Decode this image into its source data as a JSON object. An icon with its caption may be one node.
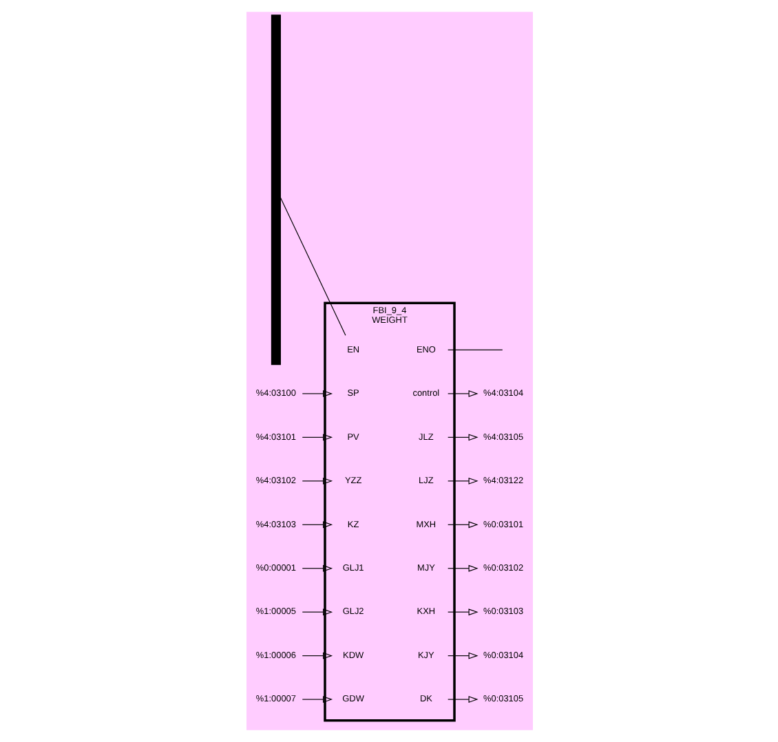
{
  "diagram": {
    "nodes": [
      {
        "text": [],
        "shape": "bar"
      },
      {
        "text": [
          "FBI_9_4",
          "WEIGHT"
        ]
      },
      {
        "text": [
          "EN"
        ],
        "in": 1
      },
      {
        "text": [
          "SP"
        ],
        "in": 1
      },
      {
        "text": [
          "PV"
        ],
        "in": 1
      },
      {
        "text": [
          "YZZ"
        ],
        "in": 1
      },
      {
        "text": [
          "KZ"
        ],
        "in": 1
      },
      {
        "text": [
          "GLJ1"
        ],
        "in": 1
      },
      {
        "text": [
          "GLJ2"
        ],
        "in": 1
      },
      {
        "text": [
          "KDW"
        ],
        "in": 1
      },
      {
        "text": [
          "GDW"
        ],
        "in": 1
      },
      {
        "text": [
          "ENO"
        ],
        "in": 1
      },
      {
        "text": [
          "control"
        ],
        "in": 1
      },
      {
        "text": [
          "JLZ"
        ],
        "in": 1
      },
      {
        "text": [
          "LJZ"
        ],
        "in": 1
      },
      {
        "text": [
          "MXH"
        ],
        "in": 1
      },
      {
        "text": [
          "MJY"
        ],
        "in": 1
      },
      {
        "text": [
          "KXH"
        ],
        "in": 1
      },
      {
        "text": [
          "KJY"
        ],
        "in": 1
      },
      {
        "text": [
          "DK"
        ],
        "in": 1
      },
      {
        "text": [
          "%4:03100"
        ]
      },
      {
        "text": [
          "%4:03101"
        ]
      },
      {
        "text": [
          "%4:03102"
        ]
      },
      {
        "text": [
          "%4:03103"
        ]
      },
      {
        "text": [
          "%0:00001"
        ]
      },
      {
        "text": [
          "%1:00005"
        ]
      },
      {
        "text": [
          "%1:00006"
        ]
      },
      {
        "text": [
          "%1:00007"
        ]
      },
      {
        "text": [
          "%4:03104"
        ]
      },
      {
        "text": [
          "%4:03105"
        ]
      },
      {
        "text": [
          "%4:03122"
        ]
      },
      {
        "text": [
          "%0:03101"
        ]
      },
      {
        "text": [
          "%0:03102"
        ]
      },
      {
        "text": [
          "%0:03103"
        ]
      },
      {
        "text": [
          "%0:03104"
        ]
      },
      {
        "text": [
          "%0:03105"
        ]
      }
    ],
    "edges": [
      {
        "from": 0,
        "to": 2,
        "arrow": "none"
      },
      {
        "from": 20,
        "to": 3,
        "arrow": "to"
      },
      {
        "from": 21,
        "to": 4,
        "arrow": "to"
      },
      {
        "from": 22,
        "to": 5,
        "arrow": "to"
      },
      {
        "from": 23,
        "to": 6,
        "arrow": "to"
      },
      {
        "from": 24,
        "to": 7,
        "arrow": "to"
      },
      {
        "from": 25,
        "to": 8,
        "arrow": "to"
      },
      {
        "from": 26,
        "to": 9,
        "arrow": "to"
      },
      {
        "from": 27,
        "to": 10,
        "arrow": "to"
      },
      {
        "from": 11,
        "to": null,
        "arrow": "none"
      },
      {
        "from": 12,
        "to": 28,
        "arrow": "to"
      },
      {
        "from": 13,
        "to": 29,
        "arrow": "to"
      },
      {
        "from": 14,
        "to": 30,
        "arrow": "to"
      },
      {
        "from": 15,
        "to": 31,
        "arrow": "to"
      },
      {
        "from": 16,
        "to": 32,
        "arrow": "to"
      },
      {
        "from": 17,
        "to": 33,
        "arrow": "to"
      },
      {
        "from": 18,
        "to": 34,
        "arrow": "to"
      },
      {
        "from": 19,
        "to": 35,
        "arrow": "to"
      }
    ]
  }
}
